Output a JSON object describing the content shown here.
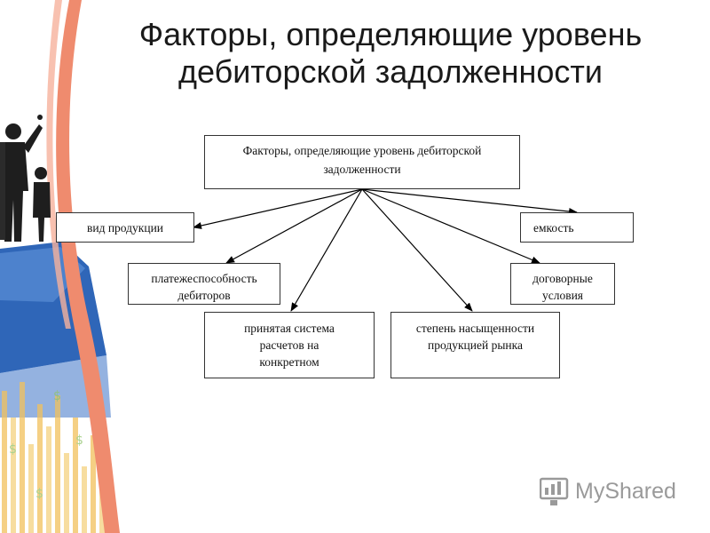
{
  "title": {
    "line1": "Факторы, определяющие уровень",
    "line2": "дебиторской задолженности"
  },
  "diagram": {
    "root": {
      "line1": "Факторы, определяющие уровень дебиторской",
      "line2": "задолженности"
    },
    "nodes": {
      "product_type": {
        "line1": "вид продукции"
      },
      "capacity": {
        "line1": "емкость"
      },
      "solvency": {
        "line1": "платежеспособность",
        "line2": "дебиторов"
      },
      "contract": {
        "line1": "договорные",
        "line2": "условия"
      },
      "settlement": {
        "line1": "принятая система",
        "line2": "расчетов на",
        "line3": "конкретном"
      },
      "saturation": {
        "line1": "степень насыщенности",
        "line2": "продукцией рынка"
      }
    }
  },
  "watermark": {
    "text": "MyShared"
  },
  "colors": {
    "ribbon": "#ef8b6e",
    "blue_band": "#2f66b8",
    "bars": "#f2c15c",
    "arrow": "#000000"
  }
}
